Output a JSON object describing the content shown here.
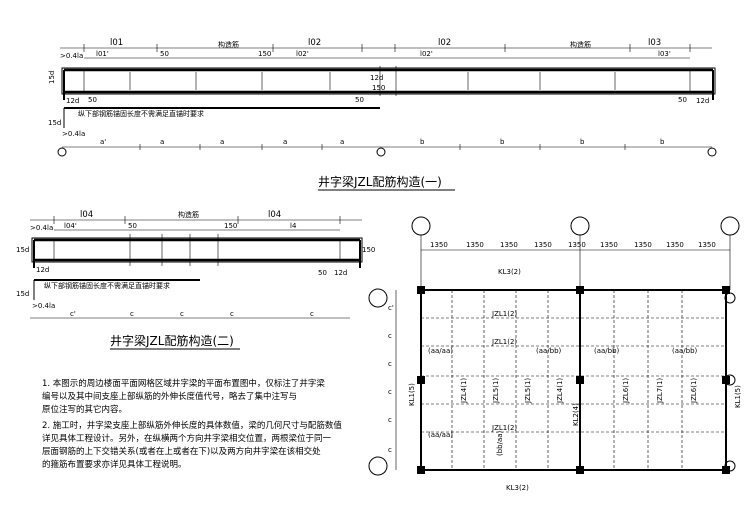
{
  "drawing1": {
    "title": "井字梁JZL配筋构造(一)",
    "top_dims": [
      "l01",
      "l02",
      "l02",
      "l03"
    ],
    "inner_dims": [
      "l01'",
      "l02'",
      "l02'",
      "l03'"
    ],
    "cut_label_left": "构造筋",
    "cut_label_right": "构造筋",
    "dim_50": "50",
    "dim_150": "150",
    "dim_12d": "12d",
    "dim_15d": "15d",
    "dim_04la": ">0.4la",
    "bottom_note": "纵下部钢筋锚固长度不需满足直锚时要求",
    "spans": [
      "a'",
      "a",
      "a",
      "a",
      "a",
      "b",
      "b",
      "b",
      "b"
    ]
  },
  "drawing2": {
    "title": "井字梁JZL配筋构造(二)",
    "top_dims": [
      "l04",
      "l04"
    ],
    "inner_dims": [
      "l04'",
      "l4"
    ],
    "cut_label": "构造筋",
    "dim_50": "50",
    "dim_150": "150",
    "dim_12d": "12d",
    "dim_15d": "15d",
    "dim_04la": ">0.4la",
    "bottom_note": "纵下部钢筋锚固长度不需满足直锚时要求",
    "spans": [
      "c'",
      "c",
      "c",
      "c",
      "c"
    ]
  },
  "plan": {
    "top_dims": [
      "1350",
      "1350",
      "1350",
      "1350",
      "1350",
      "1350",
      "1350",
      "1350",
      "1350"
    ],
    "left_dims": [
      "c'",
      "c",
      "c",
      "c",
      "c",
      "c"
    ],
    "kl_top": "KL3(2)",
    "kl_bottom": "KL3(2)",
    "kl_left": "KL1(5)",
    "kl_right": "KL1(5)",
    "kl_mid": "KL2(4)",
    "jzl_h": [
      "JZL1(2)",
      "JZL1(2)",
      "JZL1(2)"
    ],
    "jzl_v": [
      "JZL4(1)",
      "JZL5(1)",
      "JZL5(1)",
      "JZL4(1)",
      "JZL6(1)",
      "JZL7(1)",
      "JZL6(1)"
    ],
    "cell_marks": [
      "(aa/aa)",
      "(aa/aa)",
      "(aa/bb)",
      "(aa/bb)",
      "(aa/bb)",
      "(bb/aa)"
    ]
  },
  "notes": {
    "lines": [
      "1. 本图示的周边楼面平面网格区域井字梁的平面布置图中，仅标注了井字梁",
      "    编号以及其中间支座上部纵筋的外伸长度值代号，略去了集中注写与",
      "    原位注写的其它内容。",
      "2. 施工时，井字梁支座上部纵筋外伸长度的具体数值，梁的几何尺寸与配筋数值",
      "    详见具体工程设计。另外，在纵横两个方向井字梁相交位置，两根梁位于同一",
      "    层面钢筋的上下交错关系(或者在上或者在下)以及两方向井字梁在该相交处",
      "    的箍筋布置要求亦详见具体工程说明。"
    ]
  }
}
